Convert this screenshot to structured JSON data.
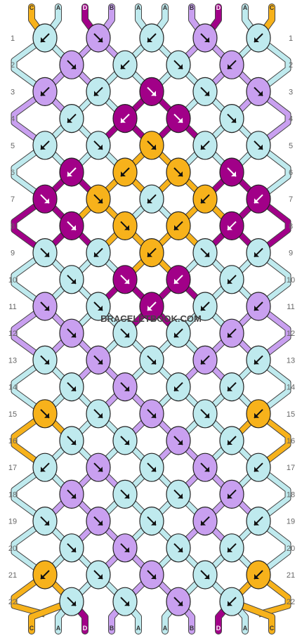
{
  "watermark": "BRACELETBOOK.COM",
  "colors": {
    "A": "#bfeaee",
    "B": "#c9a0f0",
    "C": "#f7b21b",
    "D": "#a10088"
  },
  "strands_top": [
    "C",
    "A",
    "D",
    "B",
    "A",
    "A",
    "B",
    "D",
    "A",
    "C"
  ],
  "strands_bottom": [
    "C",
    "A",
    "D",
    "B",
    "A",
    "A",
    "B",
    "D",
    "A",
    "C"
  ],
  "rows": [
    {
      "label": "1",
      "knots": [
        "A↙",
        "B↘",
        "A↙",
        "B↘",
        "A↙"
      ]
    },
    {
      "label": "2",
      "knots": [
        "B↘",
        "A↙",
        "A↘",
        "B↙"
      ]
    },
    {
      "label": "3",
      "knots": [
        "B↙",
        "A↙",
        "D↘",
        "A↘",
        "B↘"
      ]
    },
    {
      "label": "4",
      "knots": [
        "A↙",
        "D↙",
        "D↘",
        "A↘"
      ]
    },
    {
      "label": "5",
      "knots": [
        "A↙",
        "A↘",
        "C↘",
        "A↙",
        "A↘"
      ]
    },
    {
      "label": "6",
      "knots": [
        "D↙",
        "C↙",
        "C↘",
        "D↘"
      ]
    },
    {
      "label": "7",
      "knots": [
        "D↘",
        "C↘",
        "A↙",
        "C↙",
        "D↙"
      ]
    },
    {
      "label": "8",
      "knots": [
        "D↘",
        "C↘",
        "C↙",
        "D↙"
      ]
    },
    {
      "label": "9",
      "knots": [
        "A↘",
        "A↙",
        "C↙",
        "A↘",
        "A↙"
      ]
    },
    {
      "label": "10",
      "knots": [
        "A↘",
        "D↘",
        "D↙",
        "A↙"
      ]
    },
    {
      "label": "11",
      "knots": [
        "B↘",
        "A↘",
        "D↙",
        "A↙",
        "B↙"
      ]
    },
    {
      "label": "12",
      "knots": [
        "B↘",
        "A↘",
        "A↙",
        "B↙"
      ]
    },
    {
      "label": "13",
      "knots": [
        "A↘",
        "B↘",
        "A↘",
        "B↙",
        "A↙"
      ]
    },
    {
      "label": "14",
      "knots": [
        "A↘",
        "B↘",
        "A↙",
        "A↙"
      ]
    },
    {
      "label": "15",
      "knots": [
        "C↘",
        "A↘",
        "B↘",
        "A↘",
        "C↙"
      ]
    },
    {
      "label": "16",
      "knots": [
        "A↘",
        "A↘",
        "B↘",
        "A↙"
      ]
    },
    {
      "label": "17",
      "knots": [
        "A↙",
        "B↘",
        "A↘",
        "B↘",
        "A↙"
      ]
    },
    {
      "label": "18",
      "knots": [
        "B↘",
        "A↘",
        "A↘",
        "B↙"
      ]
    },
    {
      "label": "19",
      "knots": [
        "A↘",
        "B↘",
        "A↘",
        "B↙",
        "A↙"
      ]
    },
    {
      "label": "20",
      "knots": [
        "A↘",
        "B↘",
        "A↘",
        "A↙"
      ]
    },
    {
      "label": "21",
      "knots": [
        "C↙",
        "A↘",
        "B↘",
        "A↘",
        "C↙"
      ]
    },
    {
      "label": "22",
      "knots": [
        "A↘",
        "A↘",
        "B↘",
        "A↙"
      ]
    }
  ]
}
